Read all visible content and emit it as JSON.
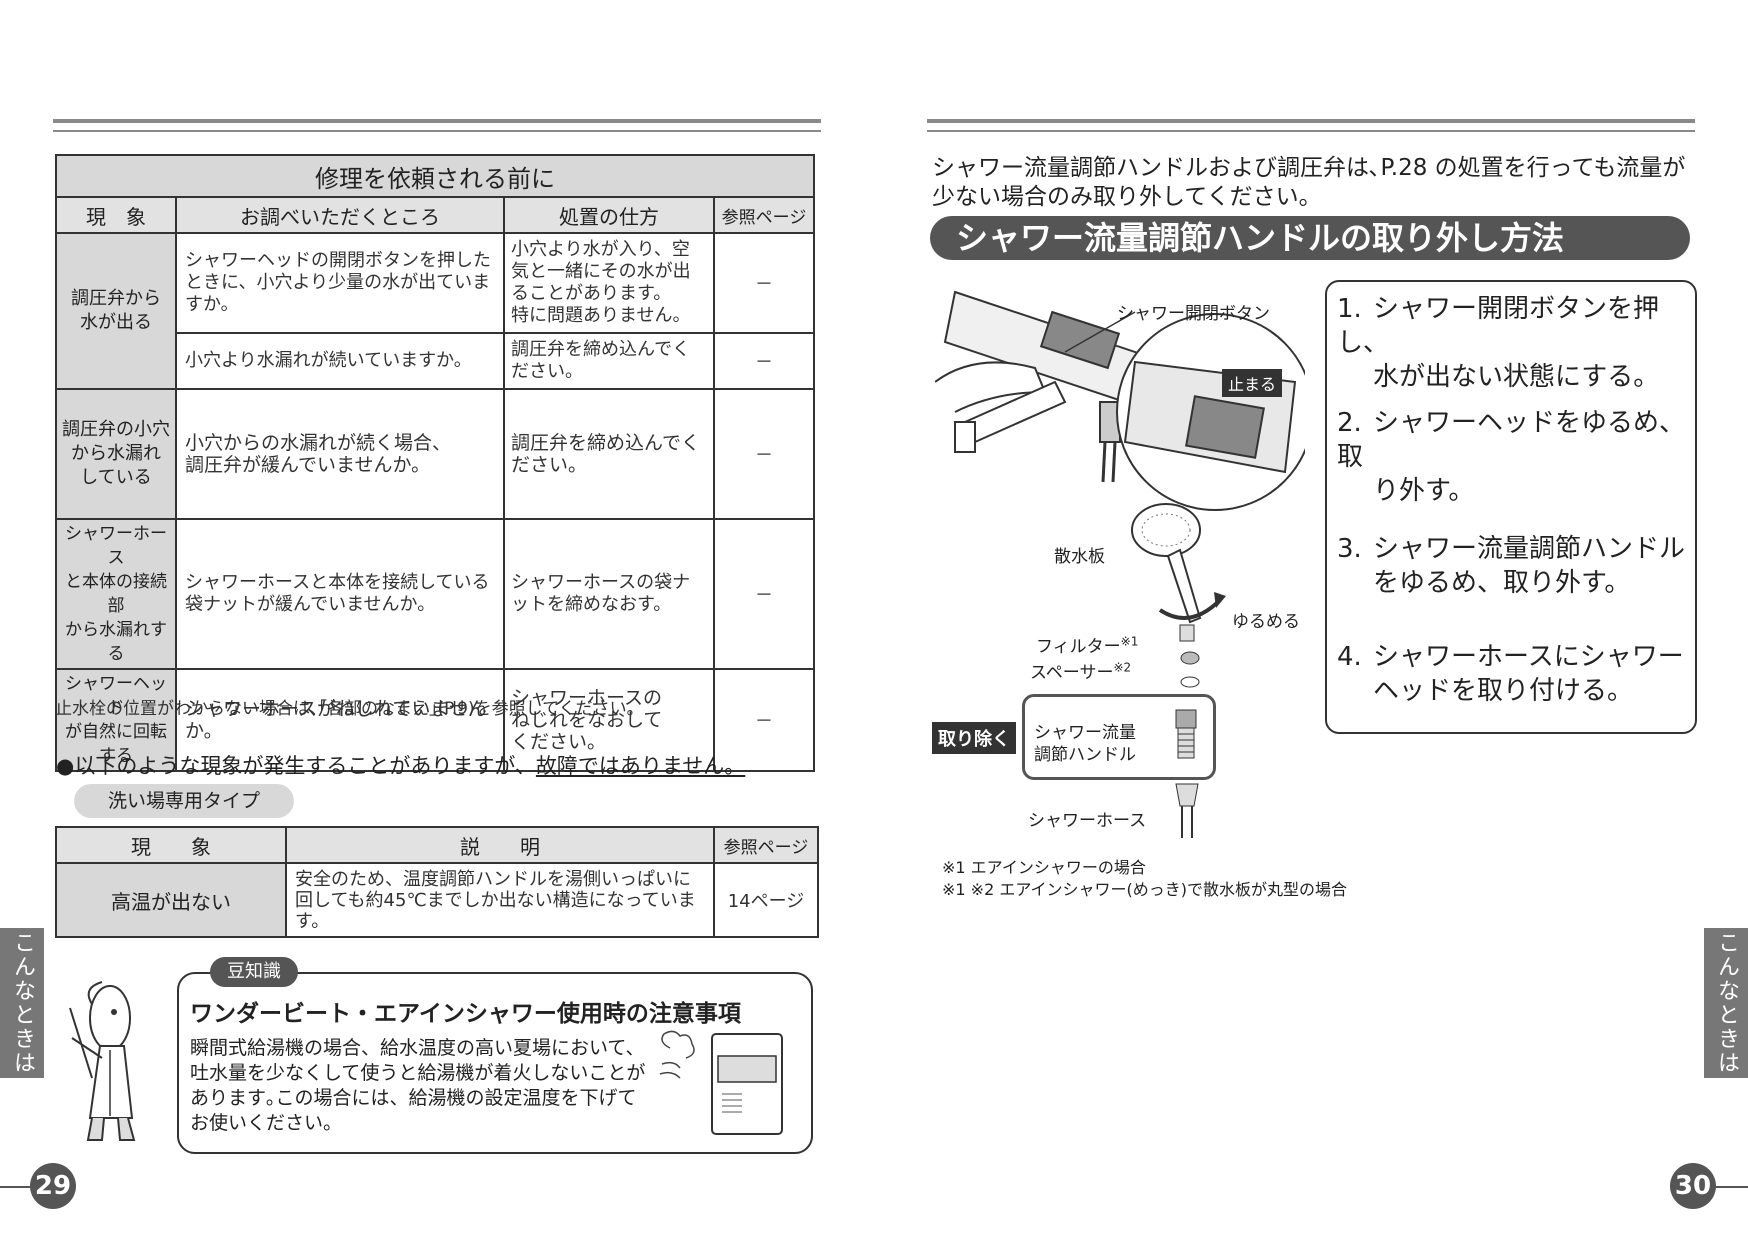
{
  "left_page": {
    "repair_table": {
      "title": "修理を依頼される前に",
      "headers": [
        "現　象",
        "お調べいただくところ",
        "処置の仕方",
        "参照ページ"
      ],
      "rows": [
        {
          "symptom": "調圧弁から\n水が出る",
          "check": "シャワーヘッドの開閉ボタンを押したときに、小穴より少量の水が出ていますか。",
          "action": "小穴より水が入り、空気と一緒にその水が出ることがあります。\n特に問題ありません。",
          "ref": "－"
        },
        {
          "symptom": "",
          "check": "小穴より水漏れが続いていますか。",
          "action": "調圧弁を締め込んでください。",
          "ref": "－"
        },
        {
          "symptom": "調圧弁の小穴\nから水漏れ\nしている",
          "check": "小穴からの水漏れが続く場合、\n調圧弁が緩んでいませんか。",
          "action": "調圧弁を締め込んでください。",
          "ref": "－"
        },
        {
          "symptom": "シャワーホース\nと本体の接続部\nから水漏れする",
          "check": "シャワーホースと本体を接続している袋ナットが緩んでいませんか。",
          "action": "シャワーホースの袋ナットを締めなおす。",
          "ref": "－"
        },
        {
          "symptom": "シャワーヘッド\nが自然に回転\nする",
          "check": "シャワーホースがねじれていませんか。",
          "action": "シャワーホースの\nねじれをなおして\nください。",
          "ref": "－"
        }
      ]
    },
    "table_note": "止水栓の位置がわからない場合は､｢各部のなまえ｣(P.9)を参照してください。",
    "notice_prefix": "●以下のような現象が発生することがありますが、",
    "notice_emphasis": "故障ではありません。",
    "type_pill": "洗い場専用タイプ",
    "normal_table": {
      "headers": [
        "現　　象",
        "説　　明",
        "参照ページ"
      ],
      "symptom": "高温が出ない",
      "description": "安全のため、温度調節ハンドルを湯側いっぱいに回しても約45℃までしか出ない構造になっています。",
      "ref": "14ページ"
    },
    "tip": {
      "badge": "豆知識",
      "title": "ワンダービート・エアインシャワー使用時の注意事項",
      "body": "瞬間式給湯機の場合、給水温度の高い夏場において、吐水量を少なくして使うと給湯機が着火しないことがあります｡この場合には、給湯機の設定温度を下げてお使いください。"
    },
    "side_tab": "こんなときは",
    "page_number": "29"
  },
  "right_page": {
    "intro": "シャワー流量調節ハンドルおよび調圧弁は､P.28 の処置を行っても流量が少ない場合のみ取り外してください。",
    "banner": "シャワー流量調節ハンドルの取り外し方法",
    "illustration_labels": {
      "button": "シャワー開閉ボタン",
      "stop": "止まる",
      "diffuser": "散水板",
      "loosen": "ゆるめる",
      "filter": "フィルター",
      "filter_mark": "※1",
      "spacer": "スペーサー",
      "spacer_mark": "※2",
      "remove": "取り除く",
      "handle_line1": "シャワー流量",
      "handle_line2": "調節ハンドル",
      "hose": "シャワーホース"
    },
    "steps": [
      {
        "num": "1.",
        "line1": "シャワー開閉ボタンを押し、",
        "line2": "水が出ない状態にする。"
      },
      {
        "num": "2.",
        "line1": "シャワーヘッドをゆるめ、取",
        "line2": "り外す。"
      },
      {
        "num": "3.",
        "line1": "シャワー流量調節ハンドル",
        "line2": "をゆるめ、取り外す。"
      },
      {
        "num": "4.",
        "line1": "シャワーホースにシャワー",
        "line2": "ヘッドを取り付ける。"
      }
    ],
    "footnotes": [
      "※1 エアインシャワーの場合",
      "※1 ※2 エアインシャワー(めっき)で散水板が丸型の場合"
    ],
    "side_tab": "こんなときは",
    "page_number": "30"
  }
}
